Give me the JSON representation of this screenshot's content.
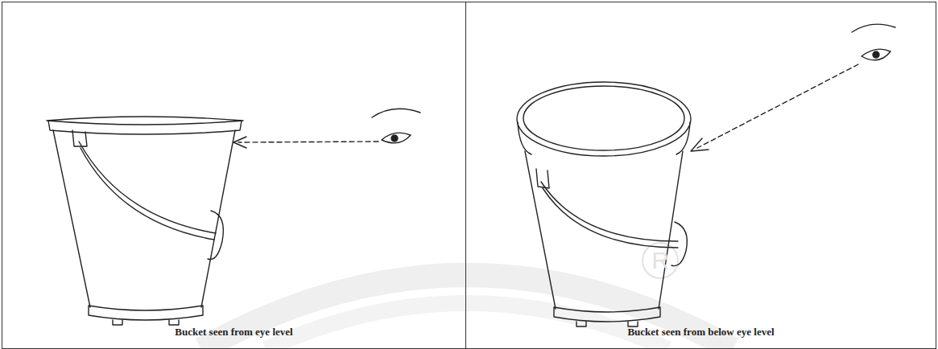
{
  "diagram": {
    "nodes": [
      {
        "text": [
          "Bucket seen from eye level"
        ]
      },
      {
        "text": [
          "Bucket seen from below eye level"
        ]
      }
    ],
    "labels": [
      "R"
    ]
  }
}
